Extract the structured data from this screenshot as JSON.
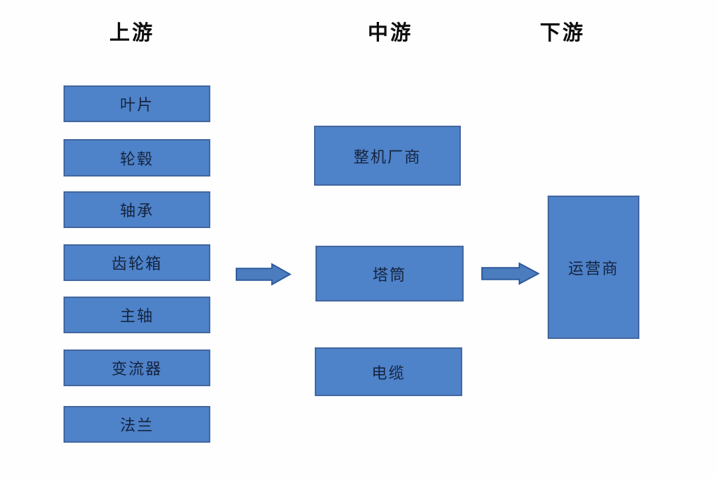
{
  "diagram": {
    "type": "industry-chain-flow",
    "columns": {
      "upstream": {
        "header": "上游",
        "boxes": [
          {
            "label": "叶片"
          },
          {
            "label": "轮毂"
          },
          {
            "label": "轴承"
          },
          {
            "label": "齿轮箱"
          },
          {
            "label": "主轴"
          },
          {
            "label": "变流器"
          },
          {
            "label": "法兰"
          }
        ]
      },
      "midstream": {
        "header": "中游",
        "boxes": [
          {
            "label": "整机厂商"
          },
          {
            "label": "塔筒"
          },
          {
            "label": "电缆"
          }
        ]
      },
      "downstream": {
        "header": "下游",
        "boxes": [
          {
            "label": "运营商"
          }
        ]
      }
    },
    "arrows": [
      {
        "name": "upstream-to-midstream",
        "direction": "right"
      },
      {
        "name": "midstream-to-downstream",
        "direction": "right"
      }
    ],
    "colors": {
      "box_fill": "#4e82c9",
      "box_border": "#44679f",
      "arrow_fill": "#4b7dbe",
      "arrow_border": "#2f5b9d",
      "box_text": "#15243f",
      "header_text": "#0d0d0d",
      "canvas_bg": "#fefefe"
    }
  }
}
